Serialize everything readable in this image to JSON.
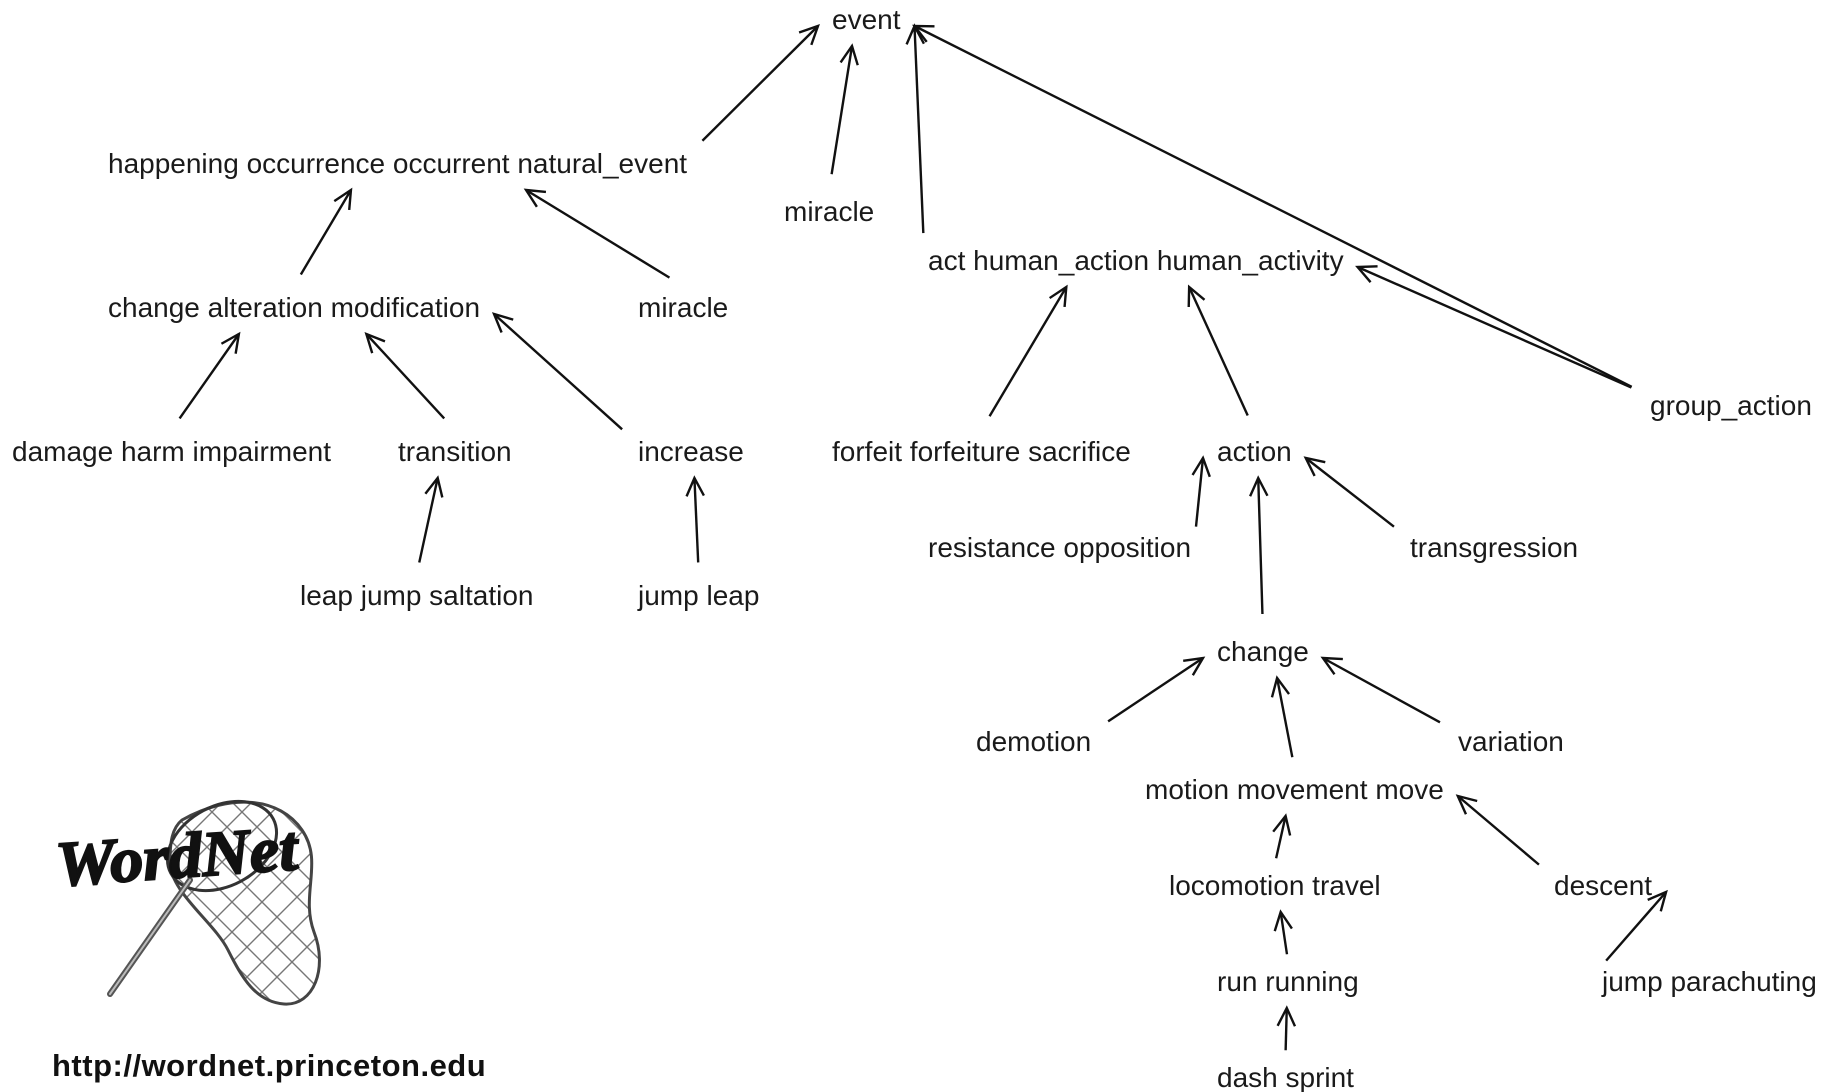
{
  "nodes": {
    "event": "event",
    "happening": "happening occurrence occurrent natural_event",
    "miracle_top": "miracle",
    "act": "act human_action human_activity",
    "group_action": "group_action",
    "change_alteration": "change alteration modification",
    "miracle_sub": "miracle",
    "damage": "damage harm impairment",
    "transition": "transition",
    "increase": "increase",
    "leap_jump": "leap jump saltation",
    "jump_leap": "jump leap",
    "forfeit": "forfeit forfeiture sacrifice",
    "action": "action",
    "resistance": "resistance opposition",
    "transgression": "transgression",
    "change": "change",
    "demotion": "demotion",
    "variation": "variation",
    "motion": "motion movement move",
    "locomotion": "locomotion travel",
    "descent": "descent",
    "run": "run running",
    "jump_parachuting": "jump parachuting",
    "dash": "dash sprint"
  },
  "edges": [
    {
      "from": "happening",
      "to": "event"
    },
    {
      "from": "miracle_top",
      "to": "event"
    },
    {
      "from": "act",
      "to": "event"
    },
    {
      "from": "group_action",
      "to": "event"
    },
    {
      "from": "change_alteration",
      "to": "happening"
    },
    {
      "from": "miracle_sub",
      "to": "happening"
    },
    {
      "from": "damage",
      "to": "change_alteration"
    },
    {
      "from": "transition",
      "to": "change_alteration"
    },
    {
      "from": "increase",
      "to": "change_alteration"
    },
    {
      "from": "leap_jump",
      "to": "transition"
    },
    {
      "from": "jump_leap",
      "to": "increase"
    },
    {
      "from": "forfeit",
      "to": "act"
    },
    {
      "from": "action",
      "to": "act"
    },
    {
      "from": "group_action",
      "to": "act"
    },
    {
      "from": "resistance",
      "to": "action"
    },
    {
      "from": "transgression",
      "to": "action"
    },
    {
      "from": "change",
      "to": "action"
    },
    {
      "from": "demotion",
      "to": "change"
    },
    {
      "from": "variation",
      "to": "change"
    },
    {
      "from": "motion",
      "to": "change"
    },
    {
      "from": "locomotion",
      "to": "motion"
    },
    {
      "from": "descent",
      "to": "motion"
    },
    {
      "from": "run",
      "to": "locomotion"
    },
    {
      "from": "jump_parachuting",
      "to": "descent"
    },
    {
      "from": "dash",
      "to": "run"
    }
  ],
  "logo": {
    "text": "WordNet"
  },
  "footer": {
    "url": "http://wordnet.princeton.edu"
  }
}
